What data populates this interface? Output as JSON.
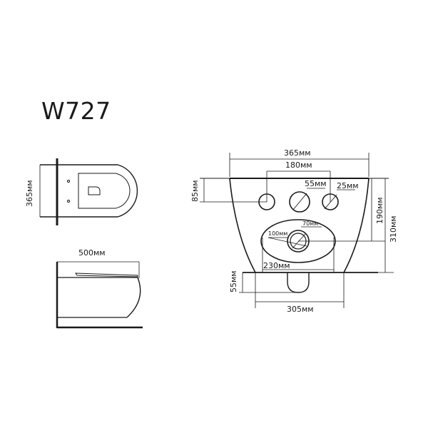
{
  "title": "W727",
  "top_view": {
    "width_label": "365мм"
  },
  "side_view": {
    "length_label": "500мм"
  },
  "front_view": {
    "overall_width": "365мм",
    "hole_spacing": "180мм",
    "hole_large_diameter": "55мм",
    "hole_small_diameter": "25мм",
    "hole_height": "85мм",
    "outlet_outer_diameter": "100мм",
    "outlet_inner_diameter": "70мм",
    "outlet_height": "190мм",
    "total_height": "310мм",
    "oval_width": "230мм",
    "bottom_width": "305мм",
    "bottom_depth": "55мм"
  },
  "colors": {
    "line": "#1a1a1a",
    "background": "#ffffff"
  }
}
